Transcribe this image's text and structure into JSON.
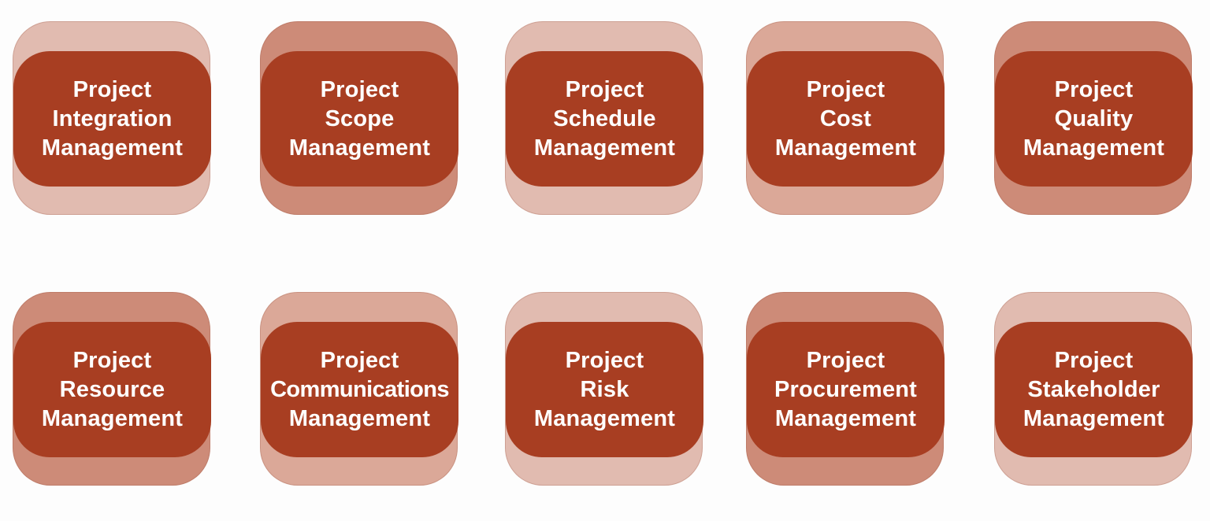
{
  "colors": {
    "background": "#fdfdfd",
    "inner": "#a83e22",
    "text": "#ffffff"
  },
  "areas": [
    {
      "lines": [
        "Project",
        "Integration",
        "Management"
      ],
      "outer_color": "#e1bbb0"
    },
    {
      "lines": [
        "Project",
        "Scope",
        "Management"
      ],
      "outer_color": "#cd8b78"
    },
    {
      "lines": [
        "Project",
        "Schedule",
        "Management"
      ],
      "outer_color": "#e1bbb0"
    },
    {
      "lines": [
        "Project",
        "Cost",
        "Management"
      ],
      "outer_color": "#dba898"
    },
    {
      "lines": [
        "Project",
        "Quality",
        "Management"
      ],
      "outer_color": "#cd8b78"
    },
    {
      "lines": [
        "Project",
        "Resource",
        "Management"
      ],
      "outer_color": "#cd8b78"
    },
    {
      "lines": [
        "Project",
        "Communications",
        "Management"
      ],
      "outer_color": "#dba898"
    },
    {
      "lines": [
        "Project",
        "Risk",
        "Management"
      ],
      "outer_color": "#e1bbb0"
    },
    {
      "lines": [
        "Project",
        "Procurement",
        "Management"
      ],
      "outer_color": "#cd8b78"
    },
    {
      "lines": [
        "Project",
        "Stakeholder",
        "Management"
      ],
      "outer_color": "#e1bbb0"
    }
  ]
}
